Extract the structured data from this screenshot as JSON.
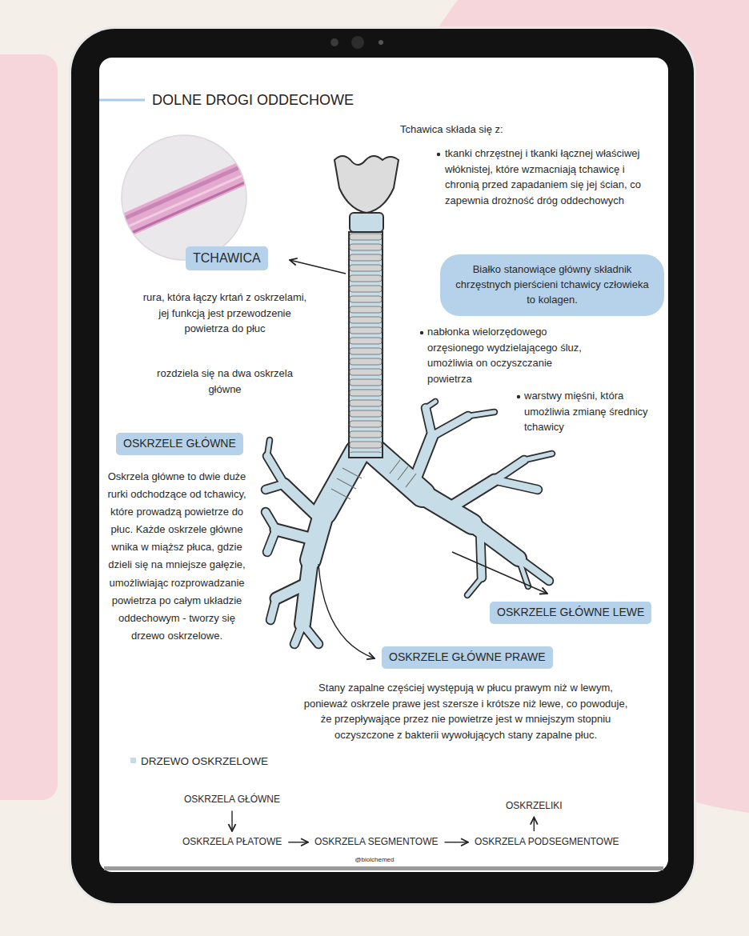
{
  "diagram": {
    "title": "DOLNE DROGI ODDECHOWE",
    "nodes": [
      {
        "text": [
          "TCHAWICA"
        ]
      },
      {
        "text": [
          "Białko stanowiące główny składnik chrzęstnych pierścieni tchawicy człowieka to kolagen."
        ]
      },
      {
        "text": [
          "OSKRZELE GŁÓWNE"
        ]
      },
      {
        "text": [
          "OSKRZELE GŁÓWNE LEWE"
        ]
      },
      {
        "text": [
          "OSKRZELE GŁÓWNE PRAWE"
        ]
      },
      {
        "text": [
          "OSKRZELA GŁÓWNE"
        ]
      },
      {
        "text": [
          "OSKRZELIKI"
        ]
      },
      {
        "text": [
          "OSKRZELA PŁATOWE"
        ]
      },
      {
        "text": [
          "OSKRZELA SEGMENTOWE"
        ]
      },
      {
        "text": [
          "OSKRZELA PODSEGMENTOWE"
        ]
      }
    ],
    "edges": [
      {
        "from": 5,
        "to": 7,
        "arrow": "to"
      },
      {
        "from": 7,
        "to": 8,
        "arrow": "to"
      },
      {
        "from": 8,
        "to": 9,
        "arrow": "to"
      },
      {
        "from": 9,
        "to": 6,
        "arrow": "to"
      }
    ],
    "labels": [
      "Tchawica składa się z:",
      "tkanki chrzęstnej i tkanki łącznej właściwej włóknistej, które wzmacniają tchawicę i chronią przed zapadaniem się jej ścian, co zapewnia drożność dróg oddechowych",
      "nabłonka wielorzędowego orzęsionego wydzielającego śluz, umożliwia on oczyszczanie powietrza",
      "warstwy mięśni, która umożliwia zmianę średnicy tchawicy",
      "rura, która łączy krtań z oskrzelami, jej funkcją jest przewodzenie powietrza do płuc",
      "rozdziela się na dwa oskrzela główne",
      "Oskrzela główne to dwie duże rurki odchodzące od tchawicy, które prowadzą powietrze do płuc. Każde oskrzele główne wnika w miąższ płuca, gdzie dzieli się na mniejsze gałęzie, umożliwiając rozprowadzanie powietrza po całym układzie oddechowym - tworzy się drzewo oskrzelowe.",
      "Stany zapalne częściej występują w płucu prawym niż w lewym, ponieważ oskrzele prawe jest szersze i krótsze niż lewe, co powoduje, że przepływające przez nie powietrze jest w mniejszym stopniu oczyszczone z bakterii wywołujących stany zapalne płuc.",
      "DRZEWO OSKRZELOWE",
      "@biolchemed"
    ]
  }
}
